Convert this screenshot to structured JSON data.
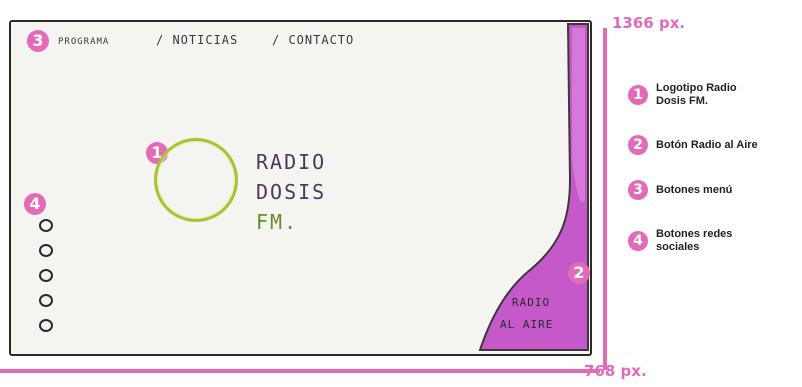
{
  "sketch": {
    "nav": {
      "item_1": "PROGRAMA",
      "item_2": "/ NOTICIAS",
      "item_3": "/ CONTACTO"
    },
    "logo": {
      "line_1": "RADIO",
      "line_2": "DOSIS",
      "line_3": "FM."
    },
    "radio_button": {
      "line_1": "RADIO",
      "line_2": "AL AIRE"
    },
    "social_count": 5
  },
  "badges": {
    "b1": "1",
    "b2": "2",
    "b3": "3",
    "b4": "4"
  },
  "dimensions": {
    "height": "1366 px.",
    "width": "768 px."
  },
  "legend": {
    "items": [
      {
        "num": "1",
        "text": "Logotipo Radio Dosis FM."
      },
      {
        "num": "2",
        "text": "Botón Radio al Aire"
      },
      {
        "num": "3",
        "text": "Botones menú"
      },
      {
        "num": "4",
        "text": "Botones redes sociales"
      }
    ]
  },
  "colors": {
    "accent": "#e46ab8",
    "radio_fill": "#b02fb8",
    "logo_ring": "#a9c23c"
  }
}
